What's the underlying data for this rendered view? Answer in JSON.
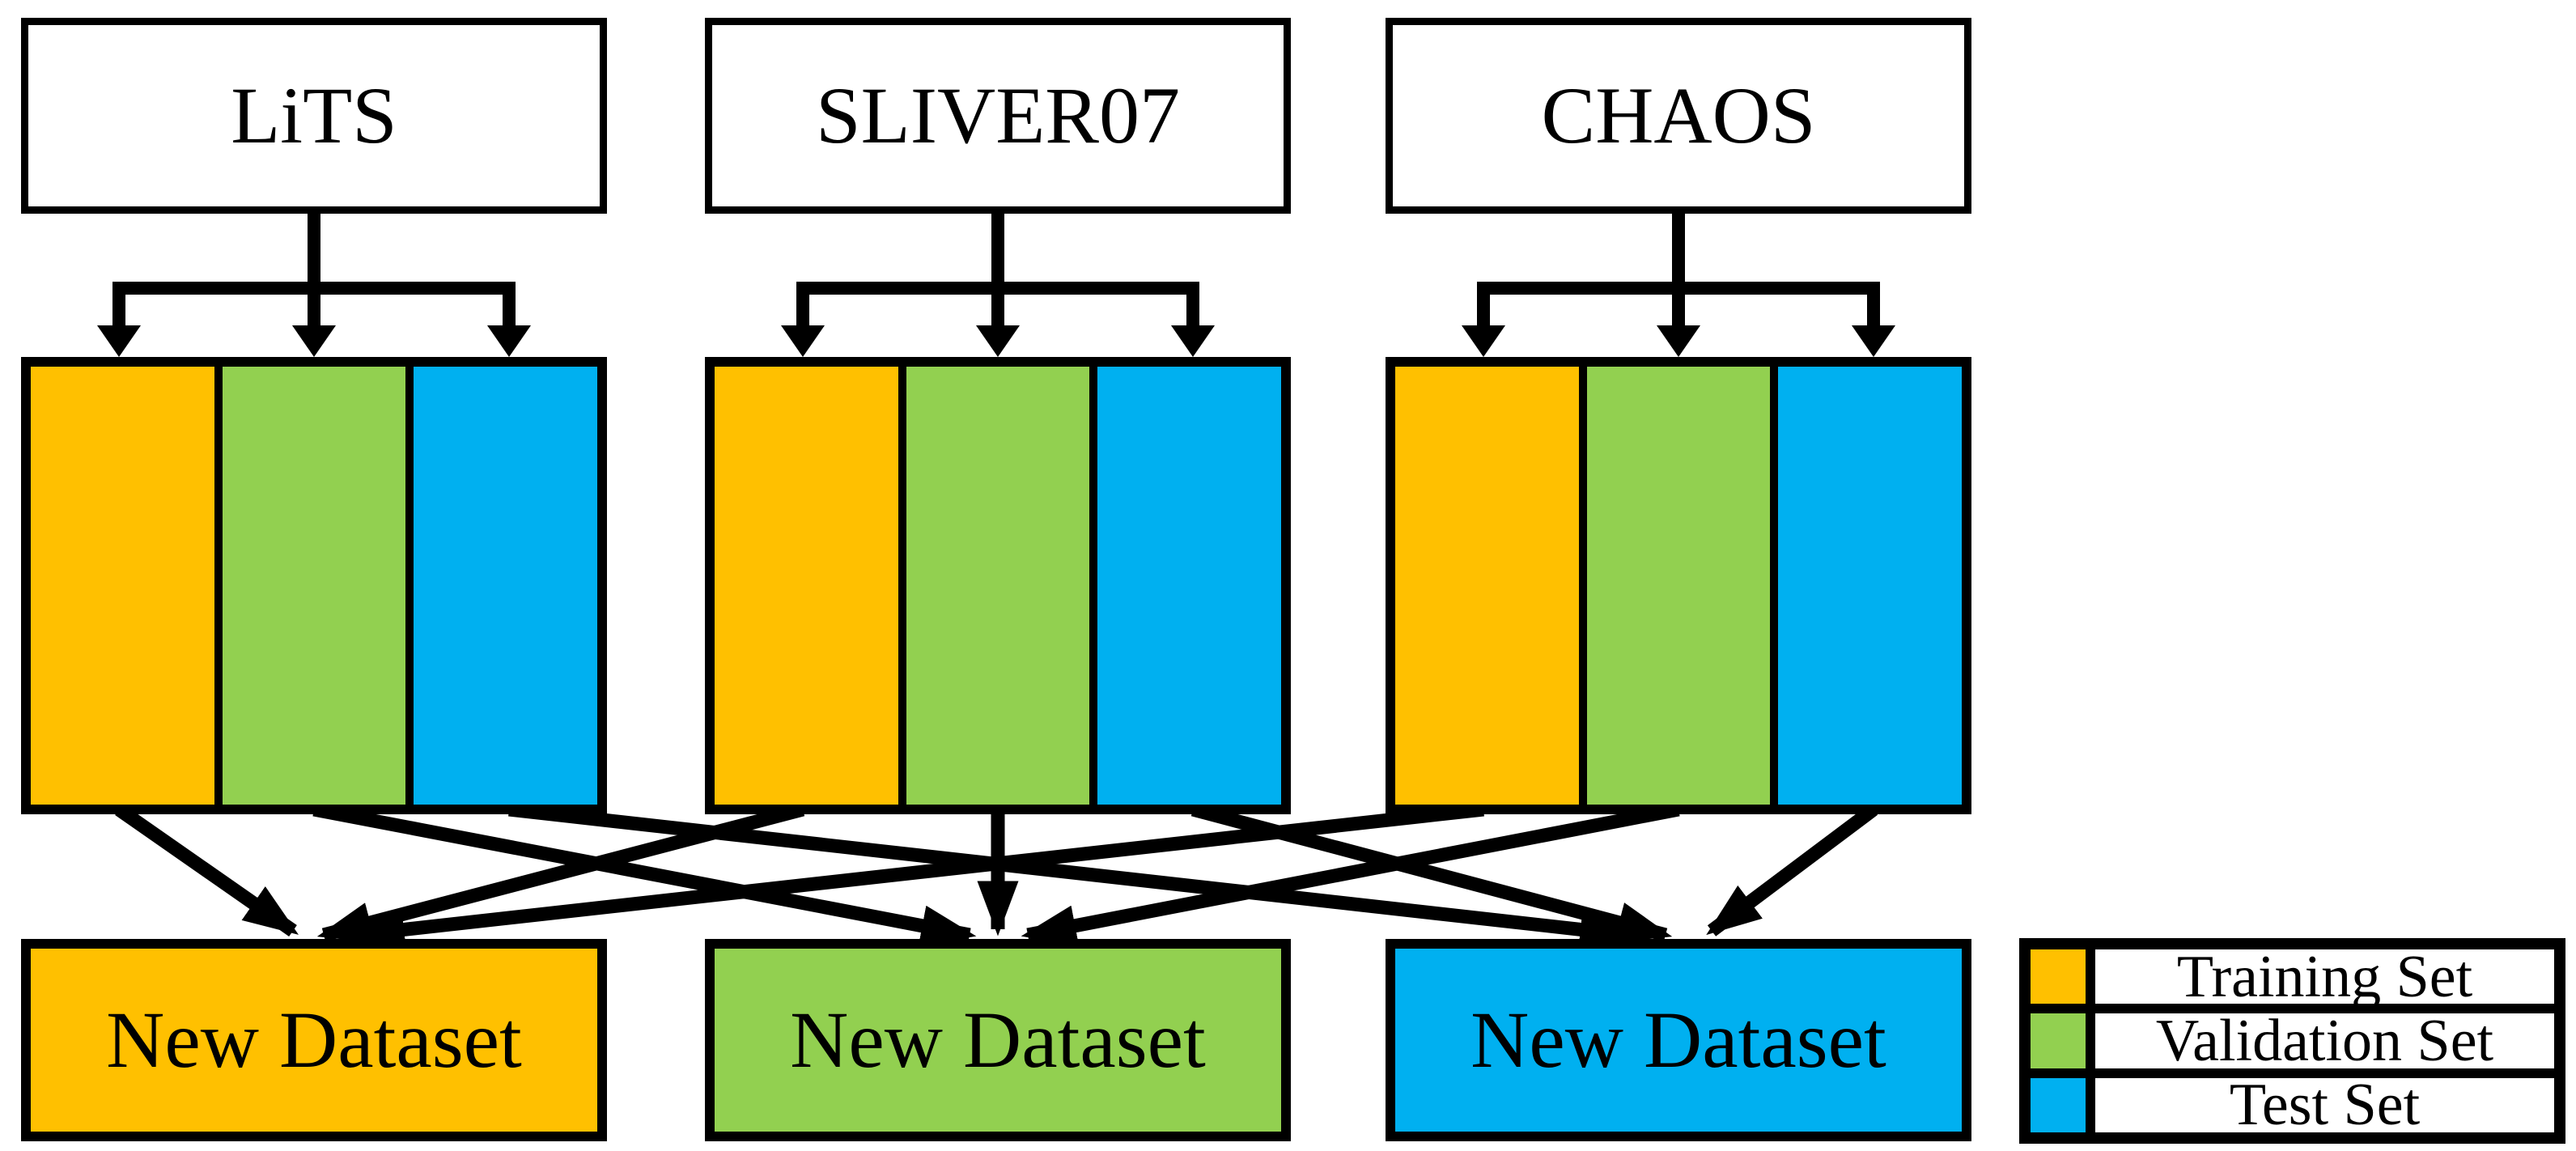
{
  "figure": {
    "source_boxes": [
      {
        "label": "LiTS"
      },
      {
        "label": "SLIVER07"
      },
      {
        "label": "CHAOS"
      }
    ],
    "sets": [
      {
        "label": "Training Set",
        "color": "#FFC000"
      },
      {
        "label": "Validation Set",
        "color": "#92D050"
      },
      {
        "label": "Test Set",
        "color": "#00B0F0"
      }
    ],
    "output_boxes": [
      {
        "label": "New Dataset",
        "color": "#FFC000"
      },
      {
        "label": "New Dataset",
        "color": "#92D050"
      },
      {
        "label": "New Dataset",
        "color": "#00B0F0"
      }
    ],
    "line_color": "#000000"
  }
}
